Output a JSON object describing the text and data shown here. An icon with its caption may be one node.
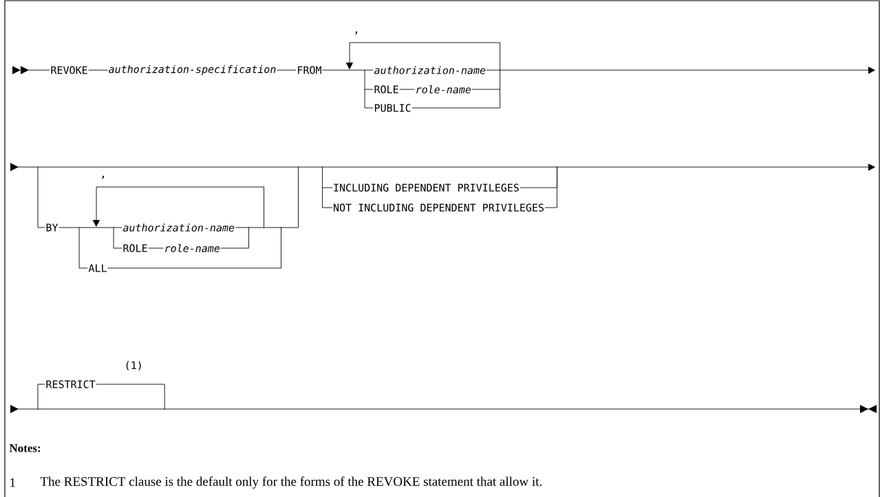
{
  "diagram": {
    "labels": [
      ",",
      "REVOKE",
      "authorization-specification",
      "FROM",
      "authorization-name",
      "ROLE",
      "role-name",
      "PUBLIC",
      ",",
      "INCLUDING DEPENDENT PRIVILEGES",
      "NOT INCLUDING DEPENDENT PRIVILEGES",
      "BY",
      "authorization-name",
      "ROLE",
      "role-name",
      "ALL",
      "(1)",
      "RESTRICT",
      "Notes:",
      "1",
      "The RESTRICT clause is the default only for the forms of the REVOKE statement that allow it."
    ]
  }
}
